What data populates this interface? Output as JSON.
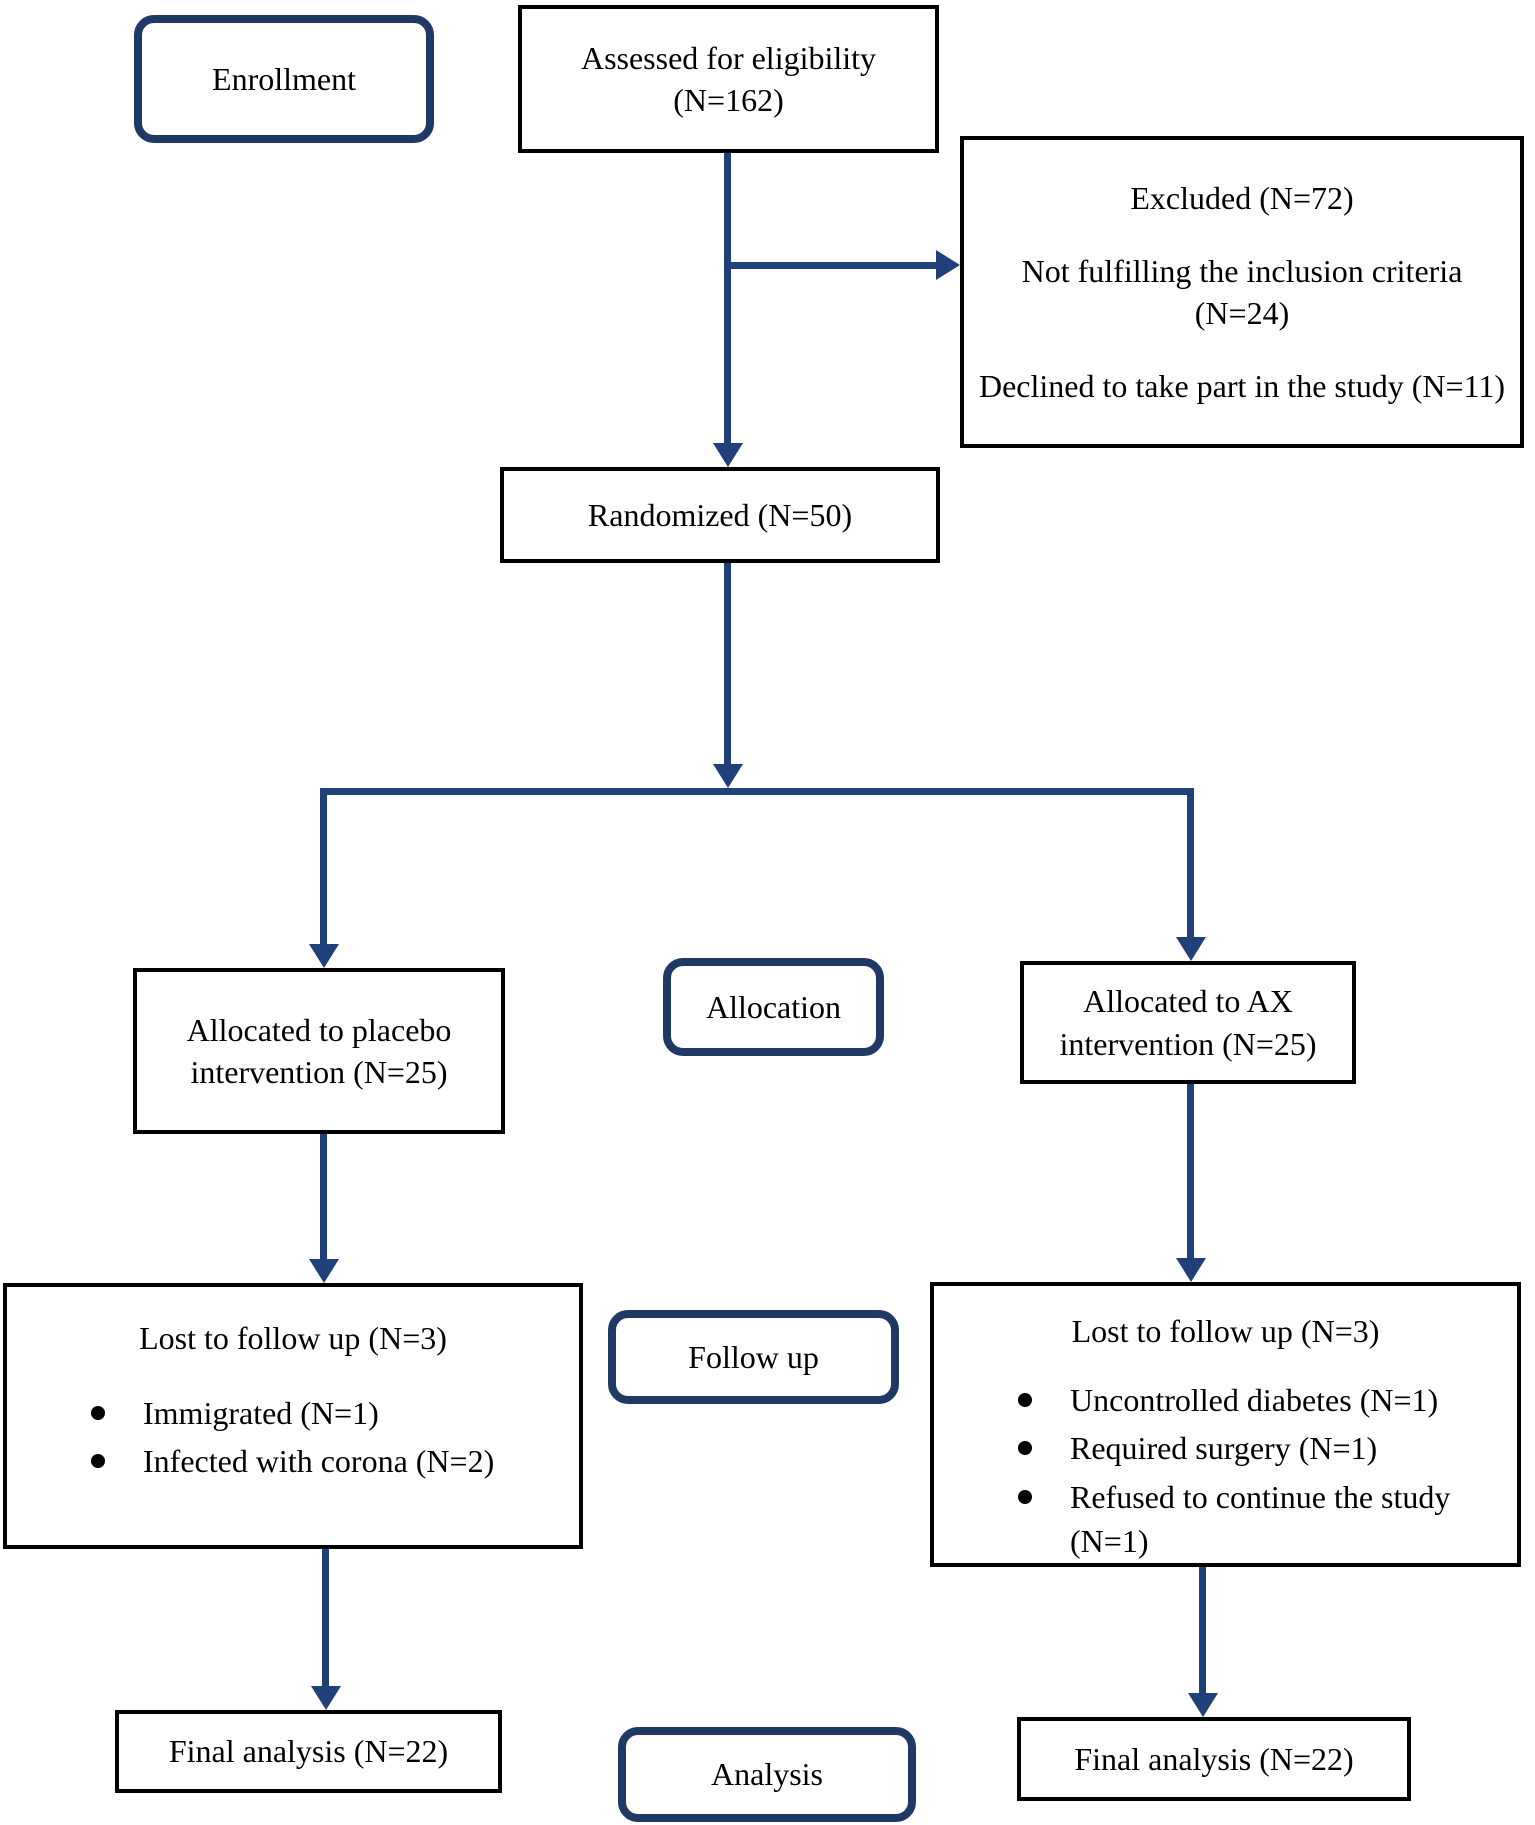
{
  "colors": {
    "stage_border_navy": "#1f3864",
    "arrow_navy": "#1f4078",
    "box_border": "#000000",
    "text": "#000000",
    "background": "#ffffff"
  },
  "stage_labels": {
    "enrollment": "Enrollment",
    "allocation": "Allocation",
    "followup": "Follow up",
    "analysis": "Analysis"
  },
  "boxes": {
    "assessed": {
      "line1": "Assessed for eligibility",
      "line2": "(N=162)"
    },
    "excluded": {
      "title": "Excluded (N=72)",
      "reason1": "Not fulfilling the inclusion criteria (N=24)",
      "reason2": "Declined to take part in the study (N=11)"
    },
    "randomized": {
      "label": "Randomized (N=50)"
    },
    "allocated_placebo": {
      "label": "Allocated to placebo intervention (N=25)"
    },
    "allocated_ax": {
      "label": "Allocated to AX intervention (N=25)"
    },
    "lost_placebo": {
      "title": "Lost to follow up (N=3)",
      "items": [
        "Immigrated (N=1)",
        "Infected with corona (N=2)"
      ]
    },
    "lost_ax": {
      "title": "Lost to follow up (N=3)",
      "items": [
        "Uncontrolled diabetes (N=1)",
        "Required surgery (N=1)",
        "Refused to continue the study (N=1)"
      ]
    },
    "final_placebo": {
      "label": "Final analysis (N=22)"
    },
    "final_ax": {
      "label": "Final analysis (N=22)"
    }
  }
}
